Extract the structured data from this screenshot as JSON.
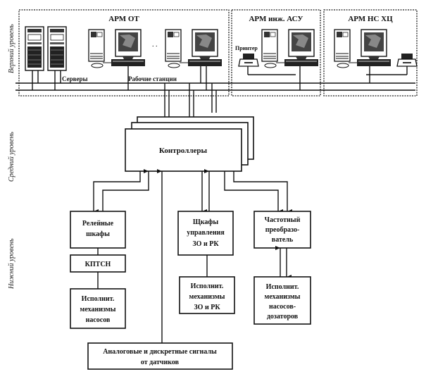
{
  "levels": {
    "top": "Верхний уровень",
    "middle": "Средний уровень",
    "bottom": "Нижний уровень"
  },
  "zones": {
    "arm_ot": "АРМ ОТ",
    "arm_eng": "АРМ инж. АСУ",
    "arm_ns": "АРМ НС ХЦ"
  },
  "labels": {
    "servers": "Серверы",
    "workstations": "Рабочие станции",
    "printer": "Принтер",
    "ellipsis": ". ."
  },
  "icons": {
    "server": "server-tower-icon",
    "workstation": "desktop-computer-icon",
    "printer": "printer-icon"
  },
  "blocks": {
    "controllers": "Контроллеры",
    "relay": [
      "Релейные",
      "шкафы"
    ],
    "cabinets": [
      "Щкафы",
      "управления",
      "ЗО и РК"
    ],
    "freq": [
      "Частотный",
      "преобразо-",
      "ватель"
    ],
    "kptsn": "КПТСН",
    "act_pumps": [
      "Исполнит.",
      "механизмы",
      "насосов"
    ],
    "act_zo": [
      "Исполнит.",
      "механизмы",
      "ЗО и РК"
    ],
    "act_dosing": [
      "Исполнит.",
      "механизмы",
      "насосов-",
      "дозаторов"
    ],
    "sensors": [
      "Аналоговые и дискретные сигналы",
      "от датчиков"
    ]
  }
}
